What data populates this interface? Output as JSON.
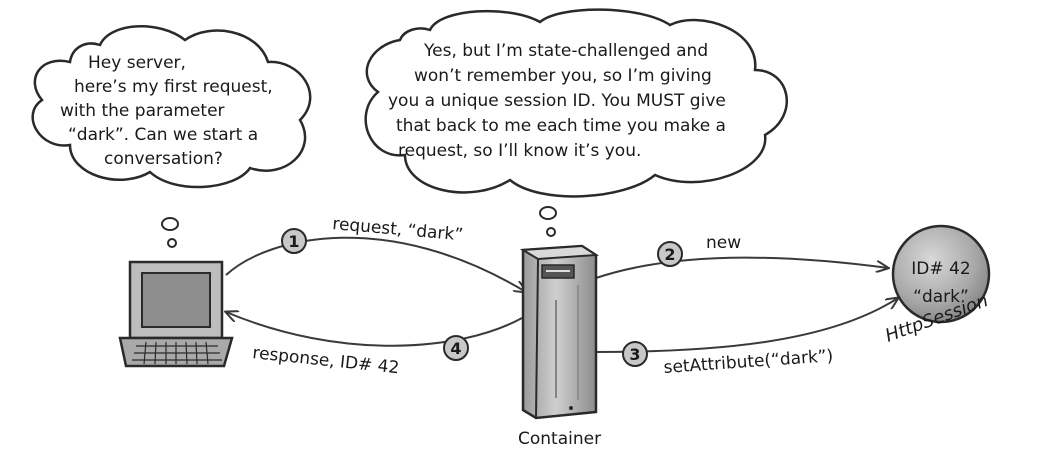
{
  "client_bubble": {
    "lines": [
      "Hey server,",
      "here’s my first request,",
      "with the parameter",
      "“dark”. Can we start a",
      "conversation?"
    ]
  },
  "server_bubble": {
    "lines": [
      "Yes, but I’m state-challenged and",
      "won’t remember you, so I’m giving",
      "you a unique session ID. You MUST give",
      "that back to me each time you make a",
      "request, so I’ll know it’s you."
    ]
  },
  "steps": [
    {
      "number": "1",
      "label": "request, “dark”"
    },
    {
      "number": "2",
      "label": "new"
    },
    {
      "number": "3",
      "label": "setAttribute(“dark”)"
    },
    {
      "number": "4",
      "label": "response, ID# 42"
    }
  ],
  "container": {
    "label": "Container"
  },
  "session": {
    "id_line": "ID# 42",
    "value_line": "“dark”",
    "class_label": "HttpSession"
  }
}
